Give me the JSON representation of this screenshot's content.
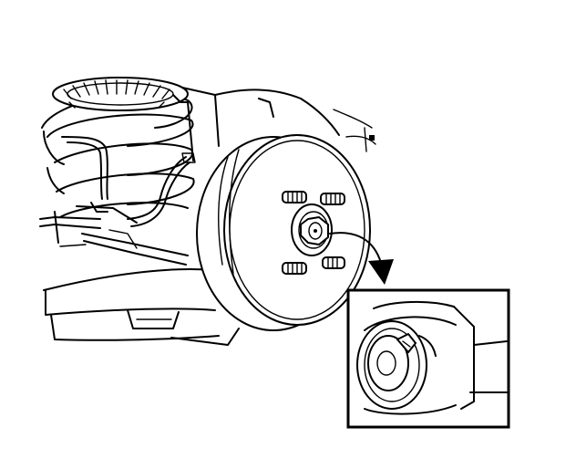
{
  "figure": {
    "colors": {
      "line": "#000000",
      "background": "#ffffff"
    },
    "parts": [
      "coil-spring",
      "spring-seat",
      "brake-line",
      "suspension-arm",
      "brake-drum",
      "wheel-studs",
      "hub-nut",
      "indicator-arrow",
      "detail-inset-hub-nut"
    ]
  }
}
